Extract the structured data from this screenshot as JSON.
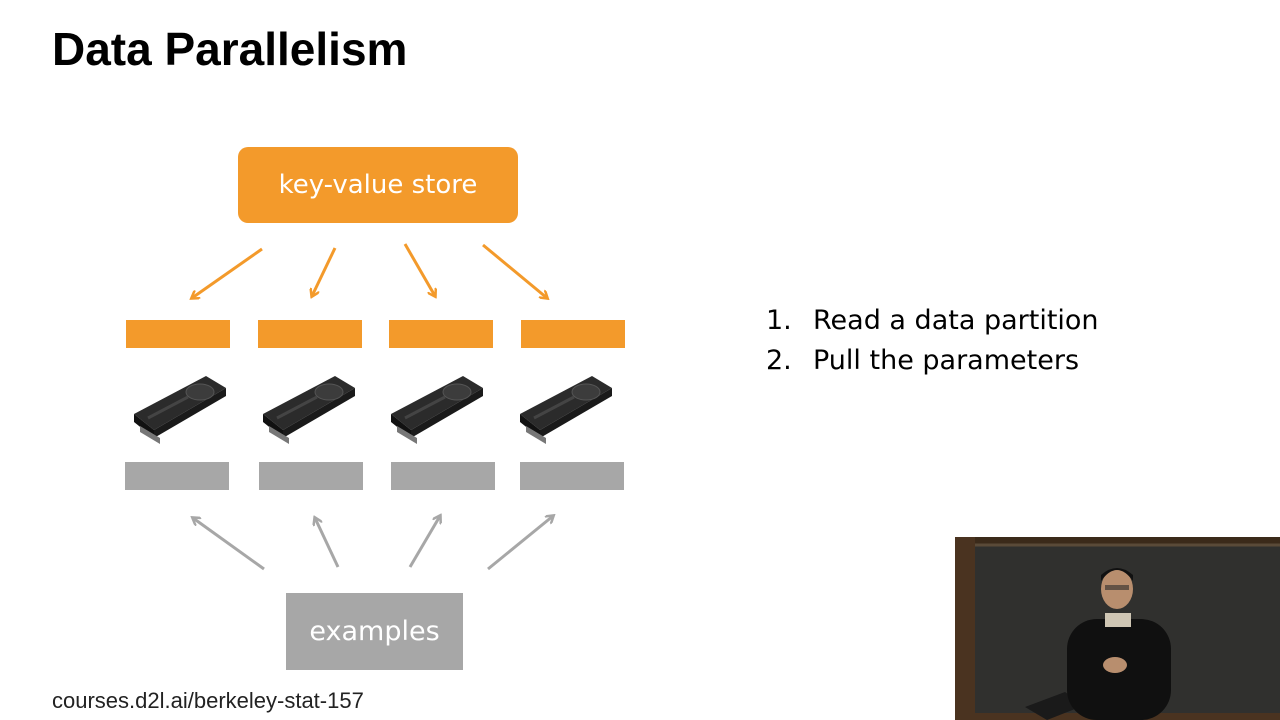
{
  "slide": {
    "title": "Data Parallelism",
    "footer": "courses.d2l.ai/berkeley-stat-157"
  },
  "diagram": {
    "top_box_label": "key-value store",
    "bottom_box_label": "examples",
    "worker_count": 4,
    "colors": {
      "orange": "#f39a2b",
      "gray": "#a7a7a7"
    },
    "icon": "gpu-card-icon"
  },
  "steps": [
    {
      "number": "1.",
      "text": "Read a data partition"
    },
    {
      "number": "2.",
      "text": "Pull the parameters"
    }
  ],
  "video": {
    "icon": "lecturer-video-icon"
  }
}
